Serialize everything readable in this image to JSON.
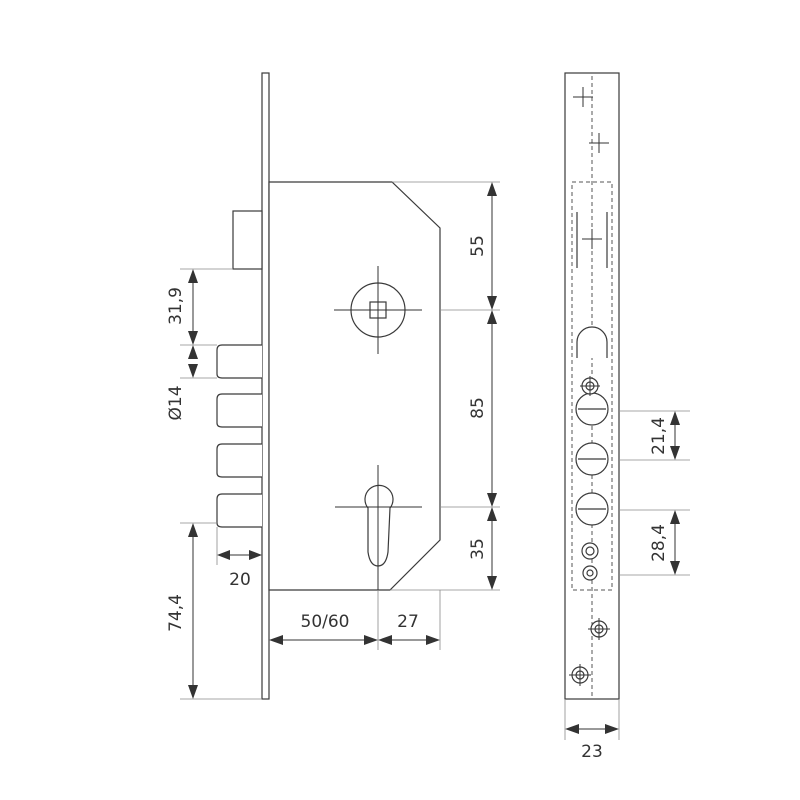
{
  "dimensions": {
    "d_55": "55",
    "d_85": "85",
    "d_35": "35",
    "d_31_9": "31,9",
    "d_dia_14": "Ø14",
    "d_20": "20",
    "d_74_4": "74,4",
    "d_50_60": "50/60",
    "d_27": "27",
    "d_21_4": "21,4",
    "d_28_4": "28,4",
    "d_23": "23"
  }
}
